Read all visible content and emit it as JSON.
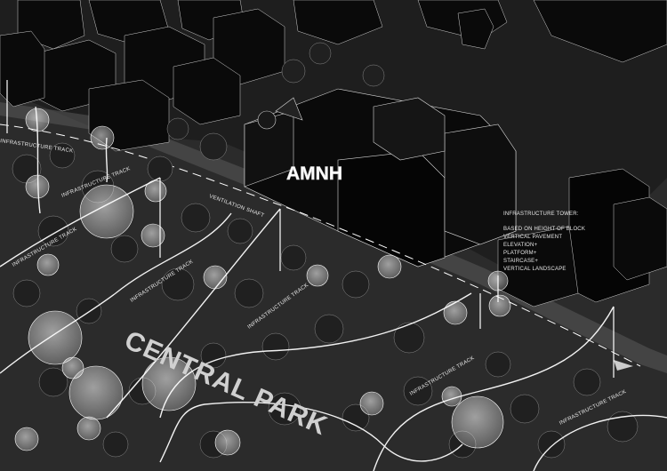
{
  "labels": {
    "museum": "AMNH",
    "park": "CENTRAL PARK",
    "ventilation": "VENTILATION SHAFT",
    "track": "INFRASTRUCTURE TRACK"
  },
  "legend": {
    "title": "INFRASTRUCTURE TOWER:",
    "lines": [
      "BASED ON HEIGHT OF BLOCK",
      "VERTICAL PAVEMENT",
      "ELEVATION+",
      "PLATFORM+",
      "STAIRCASE+",
      "VERTICAL LANDSCAPE"
    ]
  },
  "colors": {
    "ground": "#2a2a2a",
    "buildings": "#0b0b0b",
    "linework": "#ffffff",
    "spheres": "#e6e6e6"
  }
}
